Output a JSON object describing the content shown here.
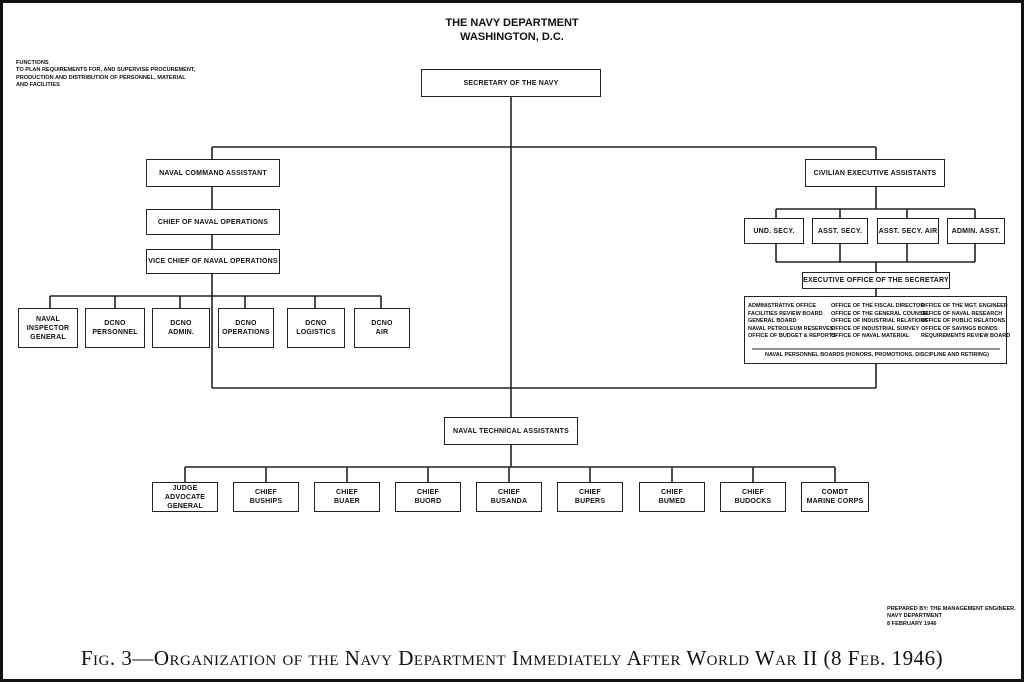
{
  "header": {
    "title": "THE NAVY DEPARTMENT",
    "subtitle": "WASHINGTON, D.C."
  },
  "functions_note": "FUNCTIONS\nTO PLAN REQUIREMENTS FOR, AND SUPERVISE PROCUREMENT,\nPRODUCTION AND DISTRIBUTION OF PERSONNEL, MATERIAL\nAND FACILITIES",
  "secretary": "SECRETARY OF THE NAVY",
  "naval_command": {
    "assistant": "NAVAL COMMAND ASSISTANT",
    "cno": "CHIEF OF NAVAL OPERATIONS",
    "vcno": "VICE CHIEF OF NAVAL OPERATIONS",
    "offices": [
      "NAVAL\nINSPECTOR\nGENERAL",
      "DCNO\nPERSONNEL",
      "DCNO\nADMIN.",
      "DCNO\nOPERATIONS",
      "DCNO\nLOGISTICS",
      "DCNO\nAIR"
    ]
  },
  "civilian": {
    "assistants": "CIVILIAN EXECUTIVE ASSISTANTS",
    "secretaries": [
      "UND. SECY.",
      "ASST. SECY.",
      "ASST. SECY. AIR",
      "ADMIN. ASST."
    ],
    "executive_office": "EXECUTIVE OFFICE OF THE SECRETARY",
    "offices_col1": "ADMINISTRATIVE OFFICE\nFACILITIES REVIEW BOARD\nGENERAL BOARD\nNAVAL PETROLEUM RESERVES\nOFFICE OF BUDGET & REPORTS",
    "offices_col2": "OFFICE OF THE FISCAL DIRECTOR\nOFFICE OF THE GENERAL COUNSEL\nOFFICE OF INDUSTRIAL RELATIONS\nOFFICE OF INDUSTRIAL SURVEY\nOFFICE OF NAVAL MATERIAL",
    "offices_col3": "OFFICE OF THE MGT. ENGINEER\nOFFICE OF NAVAL RESEARCH\nOFFICE OF PUBLIC RELATIONS\nOFFICE OF SAVINGS BONDS\nREQUIREMENTS REVIEW BOARD",
    "personnel_boards": "NAVAL PERSONNEL BOARDS (HONORS, PROMOTIONS, DISCIPLINE AND RETIRING)"
  },
  "technical": {
    "assistants": "NAVAL TECHNICAL ASSISTANTS",
    "bureaus": [
      "JUDGE ADVOCATE\nGENERAL",
      "CHIEF\nBUSHIPS",
      "CHIEF\nBUAER",
      "CHIEF\nBUORD",
      "CHIEF\nBUSANDA",
      "CHIEF\nBUPERS",
      "CHIEF\nBUMED",
      "CHIEF\nBUDOCKS",
      "COMDT\nMARINE CORPS"
    ]
  },
  "prepared_by": "PREPARED BY:  THE MANAGEMENT ENGINEER.\nNAVY DEPARTMENT\n8 FEBRUARY 1946",
  "caption": "Fig. 3—Organization of the Navy Department Immediately After World War II (8 Feb. 1946)"
}
